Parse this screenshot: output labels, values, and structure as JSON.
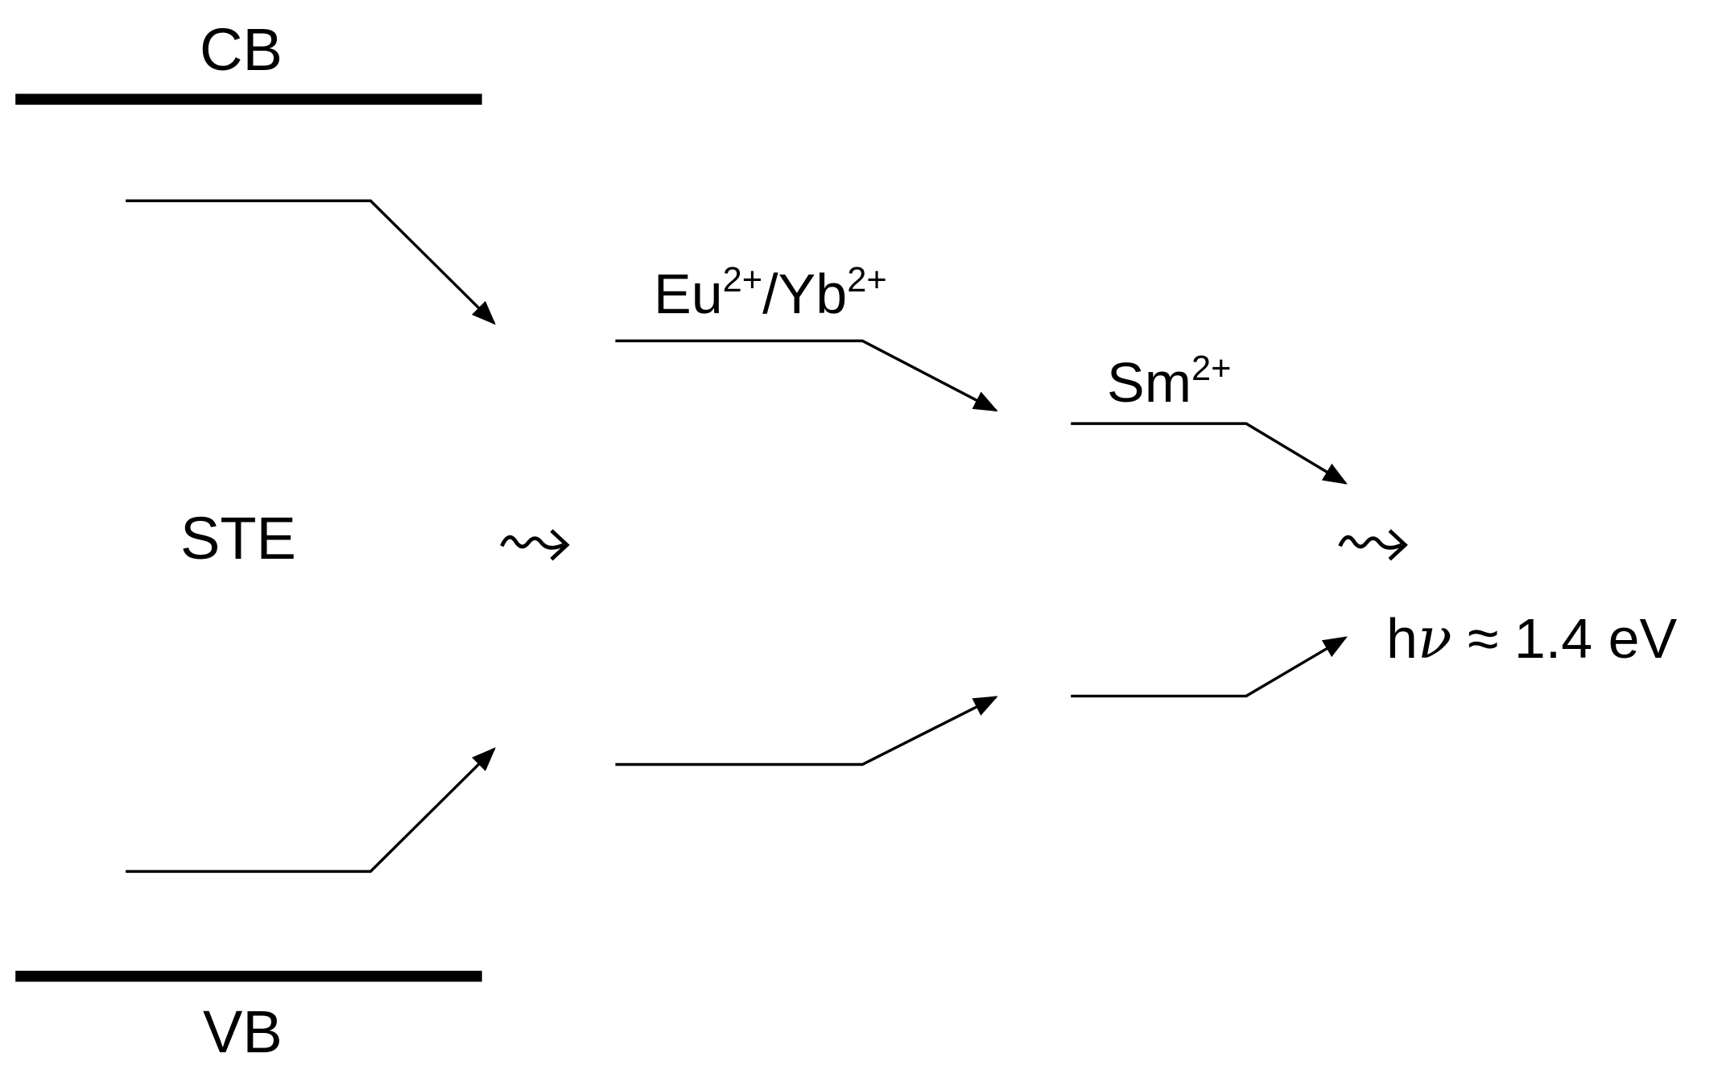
{
  "labels": {
    "cb": "CB",
    "vb": "VB",
    "ste": "STE",
    "eu_yb_base1": "Eu",
    "eu_yb_sup1": "2+",
    "eu_yb_sep": "/Yb",
    "eu_yb_sup2": "2+",
    "sm_base": "Sm",
    "sm_sup": "2+",
    "photon_h": "h",
    "photon_nu": "ν",
    "photon_rest": " ≈ 1.4 eV"
  },
  "colors": {
    "line": "#000000",
    "background": "#ffffff"
  },
  "icons": {
    "emission": "wavy-arrow-icon"
  }
}
